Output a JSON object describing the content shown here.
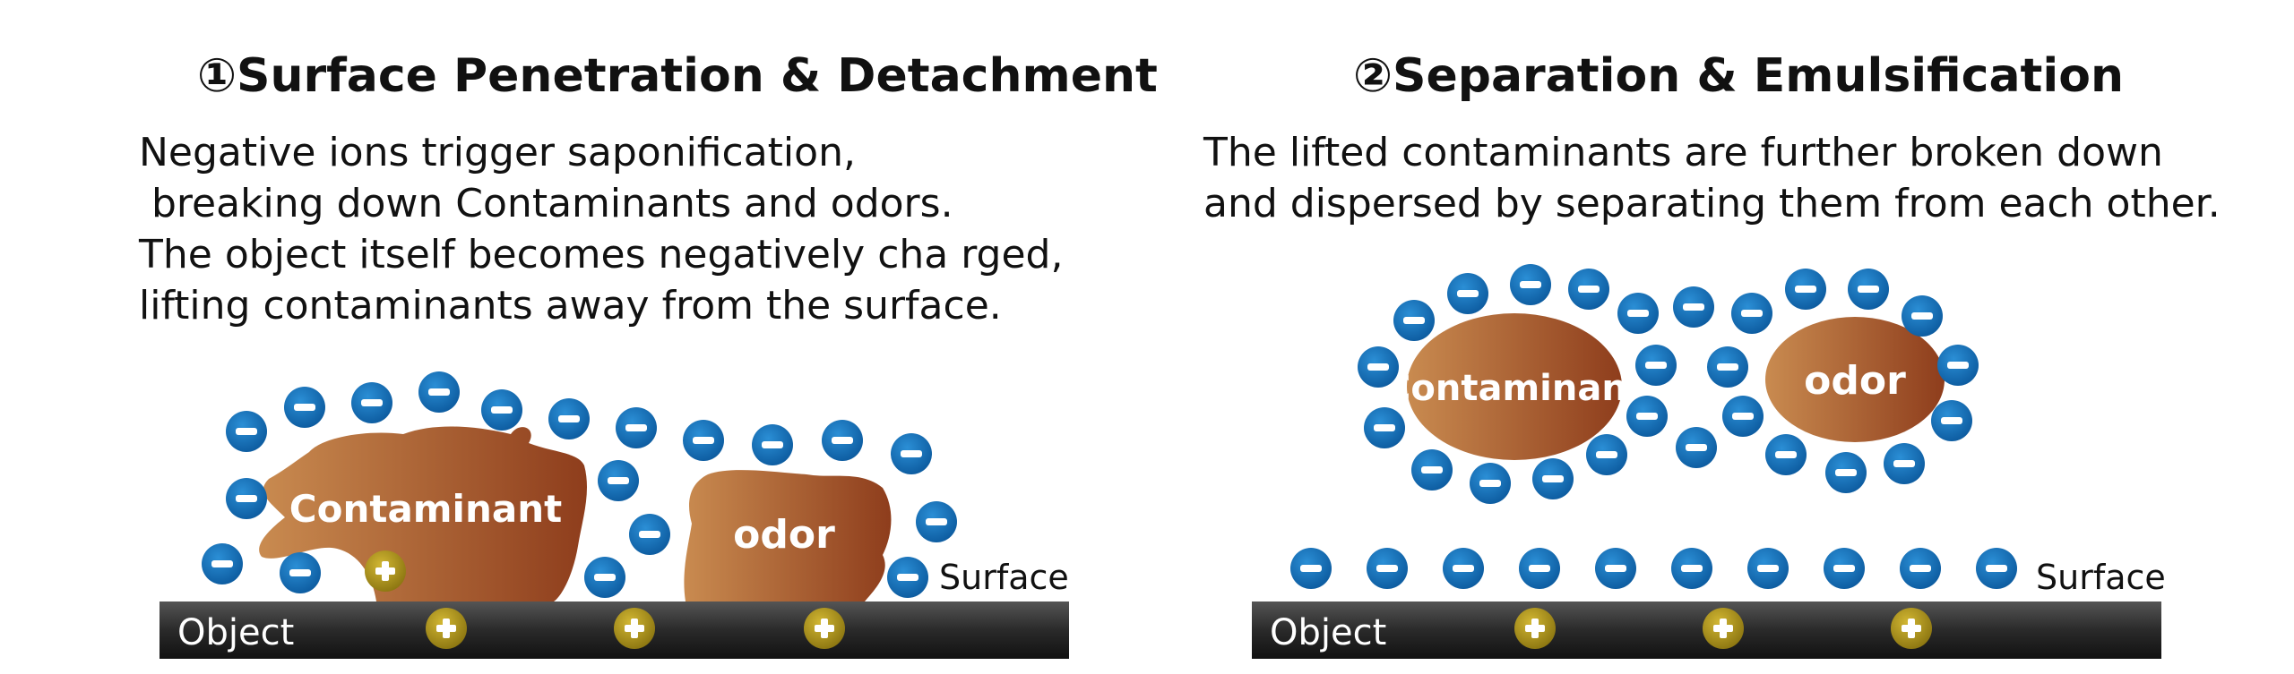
{
  "panel1": {
    "title": "①Surface Penetration & Detachment",
    "lines": [
      "Negative ions trigger saponification,",
      " breaking down Contaminants and odors.",
      "The object itself becomes negatively cha rged,",
      "lifting contaminants away from the surface."
    ],
    "contaminant_label": "Contaminant",
    "odor_label": "odor",
    "surface_label": "Surface",
    "object_label": "Object"
  },
  "panel2": {
    "title": "②Separation & Emulsification",
    "lines": [
      "The lifted contaminants are further broken down",
      "and dispersed by separating them from each other."
    ],
    "contaminant_label": "Contaminant",
    "odor_label": "odor",
    "surface_label": "Surface",
    "object_label": "Object"
  },
  "colors": {
    "negative_ion": "#1a6fb4",
    "positive_ion": "#b39a1a",
    "contaminant_dark": "#8e3d1c",
    "contaminant_light": "#c98b50",
    "object_bar": "#2a2a2a"
  },
  "icons": {
    "negative_ion": "minus-circle-icon",
    "positive_ion": "plus-circle-icon"
  }
}
